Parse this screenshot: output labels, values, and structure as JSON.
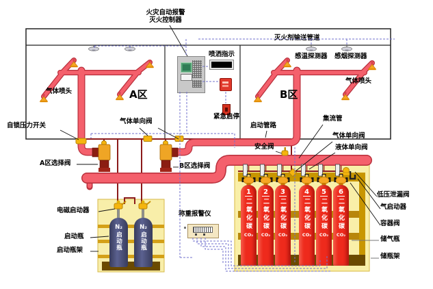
{
  "labels": {
    "controller_line1": "火灾自动报警",
    "controller_line2": "灭火控制器",
    "agent_pipe": "灭火剂输送管道",
    "nozzle_a": "气体喷头",
    "zone_a": "A区",
    "spray_indicator": "喷洒指示",
    "temp_detector": "感温探测器",
    "smoke_detector": "感烟探测器",
    "nozzle_b": "气体喷头",
    "zone_b": "B区",
    "emergency_stop": "紧急启停",
    "gas_check_a": "气体单向阀",
    "start_pipe": "启动管路",
    "manifold": "集流管",
    "pressure_switch": "自锁压力开关",
    "gas_check_b": "气体单向阀",
    "liquid_check": "液体单向阀",
    "safety_valve": "安全阀",
    "valve_a": "A区选择阀",
    "valve_b": "B区选择阀",
    "solenoid": "电磁启动器",
    "weighing": "称重报警仪",
    "starter_bottle": "启动瓶",
    "starter_rack": "启动瓶架",
    "leak_valve": "低压泄漏阀",
    "gas_starter": "气启动器",
    "container_valve": "容器阀",
    "gas_cylinder": "储气瓶",
    "cylinder_rack": "储瓶架"
  },
  "starter_bottles": [
    {
      "gas": "N₂",
      "name": "启动瓶"
    },
    {
      "gas": "N₂",
      "name": "启动瓶"
    }
  ],
  "co2_cylinders": [
    {
      "num": "1",
      "name": "二氧化碳",
      "formula": "CO₂"
    },
    {
      "num": "2",
      "name": "二氧化碳",
      "formula": "CO₂"
    },
    {
      "num": "3",
      "name": "二氧化碳",
      "formula": "CO₂"
    },
    {
      "num": "4",
      "name": "二氧化碳",
      "formula": "CO₂"
    },
    {
      "num": "5",
      "name": "二氧化碳",
      "formula": "CO₂"
    },
    {
      "num": "6",
      "name": "二氧化碳",
      "formula": "CO₂"
    }
  ],
  "colors": {
    "pipe": "#F4606C",
    "pipe_edge": "#B8303C",
    "cylinder_red": "#EE2A1C",
    "bottle_navy": "#474B70",
    "rack_cream": "#F9EFA8",
    "fitting_gold": "#F5B50E",
    "wire_blue": "#7272CE",
    "pilot_maroon": "#8B1A1A"
  }
}
